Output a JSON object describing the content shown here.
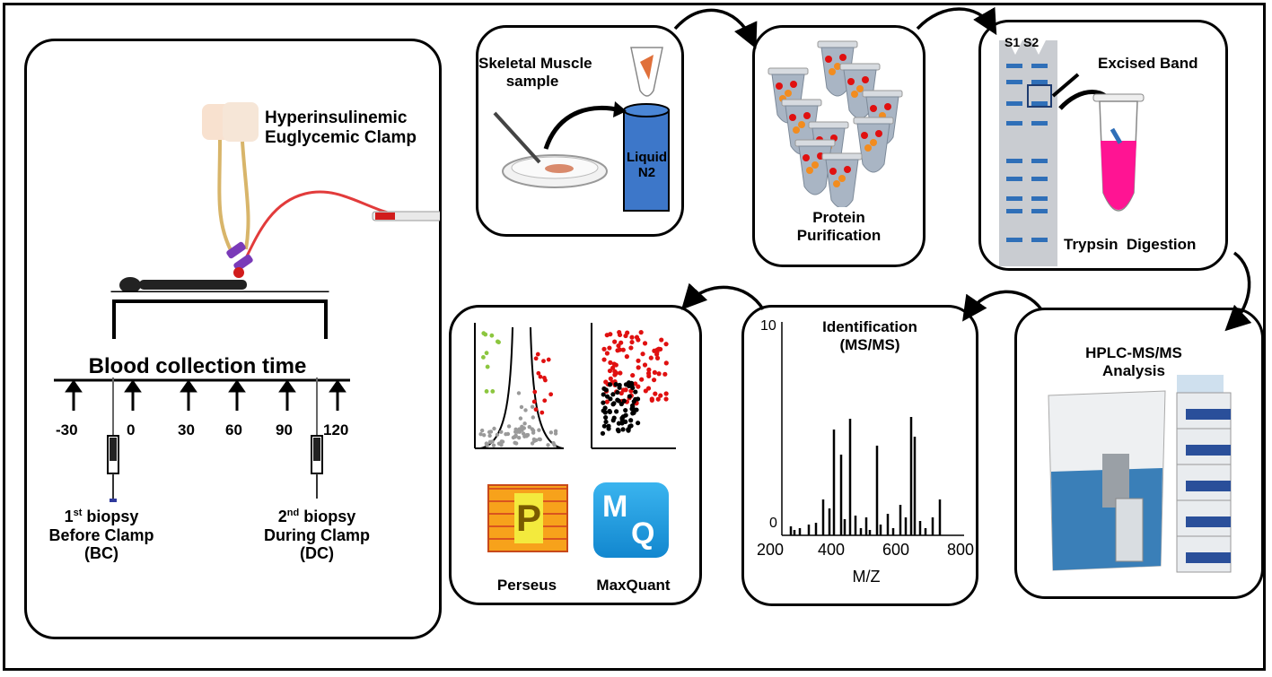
{
  "clamp_panel": {
    "clamp_title_line1": "Hyperinsulinemic",
    "clamp_title_line2": "Euglycemic Clamp",
    "timeline_title": "Blood collection time",
    "time_points": [
      "-30",
      "0",
      "30",
      "60",
      "90",
      "120"
    ],
    "biopsy1": {
      "ordinal": "1",
      "suffix": "st",
      "word": " biopsy",
      "line2": "Before Clamp",
      "line3": "(BC)"
    },
    "biopsy2": {
      "ordinal": "2",
      "suffix": "nd",
      "word": " biopsy",
      "line2": "During Clamp",
      "line3": "(DC)"
    }
  },
  "sample_panel": {
    "label_line1": "Skeletal Muscle",
    "label_line2": "sample",
    "nitrogen_line1": "Liquid",
    "nitrogen_line2": "N2"
  },
  "purification_panel": {
    "line1": "Protein",
    "line2": "Purification"
  },
  "gel_panel": {
    "lane1": "S1",
    "lane2": "S2",
    "band_label": "Excised Band",
    "digest_label": "Trypsin  Digestion"
  },
  "hplc_panel": {
    "line1": "HPLC-MS/MS",
    "line2": "Analysis"
  },
  "ms_panel": {
    "title_line1": "Identification",
    "title_line2": "(MS/MS)",
    "xlabel": "M/Z",
    "x_ticks": [
      "200",
      "400",
      "600",
      "800"
    ],
    "y_ticks": [
      "0",
      "10"
    ]
  },
  "software_panel": {
    "perseus_label": "Perseus",
    "maxquant_label": "MaxQuant",
    "perseus_logo_letter": "P",
    "maxquant_logo_m": "M",
    "maxquant_logo_q": "Q"
  },
  "colors": {
    "accent_blue": "#2f6fb8",
    "pink": "#ff1493",
    "tissue": "#e0703a",
    "red_dot": "#e01010",
    "green_dot": "#8cc63f"
  }
}
